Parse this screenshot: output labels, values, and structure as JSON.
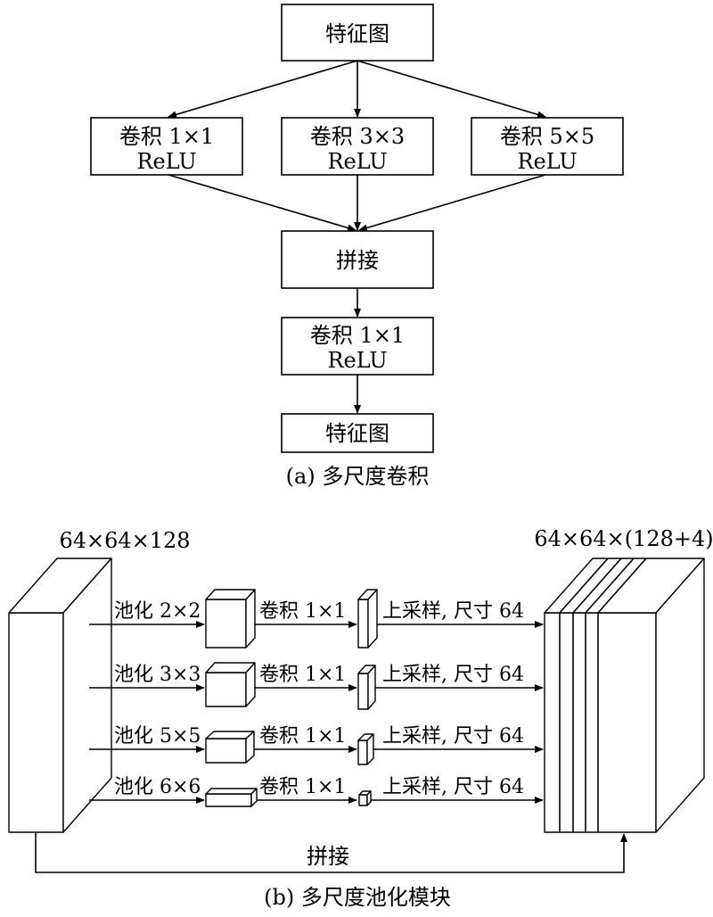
{
  "part_a": {
    "input_label": "特征图",
    "branches": [
      {
        "line1": "卷积 1×1",
        "line2": "ReLU"
      },
      {
        "line1": "卷积 3×3",
        "line2": "ReLU"
      },
      {
        "line1": "卷积 5×5",
        "line2": "ReLU"
      }
    ],
    "concat_label": "拼接",
    "post_conv": {
      "line1": "卷积 1×1",
      "line2": "ReLU"
    },
    "output_label": "特征图",
    "caption": "(a) 多尺度卷积"
  },
  "part_b": {
    "input_size": "64×64×128",
    "output_size": "64×64×(128+4)",
    "rows": [
      {
        "pool": "池化 2×2",
        "conv": "卷积 1×1",
        "upsample": "上采样, 尺寸 64"
      },
      {
        "pool": "池化 3×3",
        "conv": "卷积 1×1",
        "upsample": "上采样, 尺寸 64"
      },
      {
        "pool": "池化 5×5",
        "conv": "卷积 1×1",
        "upsample": "上采样, 尺寸 64"
      },
      {
        "pool": "池化 6×6",
        "conv": "卷积 1×1",
        "upsample": "上采样, 尺寸 64"
      }
    ],
    "concat_label": "拼接",
    "caption": "(b) 多尺度池化模块"
  }
}
